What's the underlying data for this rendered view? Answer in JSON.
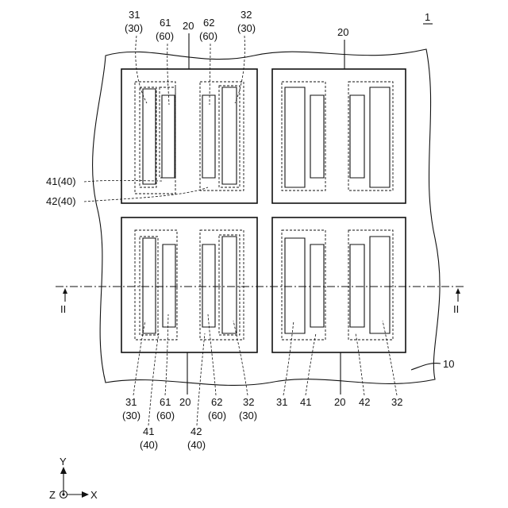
{
  "figure_number": "1",
  "section_marker": "II",
  "labels": {
    "ref_31": "31",
    "ref_30": "(30)",
    "ref_61": "61",
    "ref_60": "(60)",
    "ref_62": "62",
    "ref_32": "32",
    "ref_20": "20",
    "ref_41_40": "41(40)",
    "ref_42_40": "42(40)",
    "ref_41": "41",
    "ref_42": "42",
    "ref_40": "(40)",
    "ref_10": "10"
  },
  "axes": {
    "y": "Y",
    "z": "Z",
    "x": "X"
  }
}
